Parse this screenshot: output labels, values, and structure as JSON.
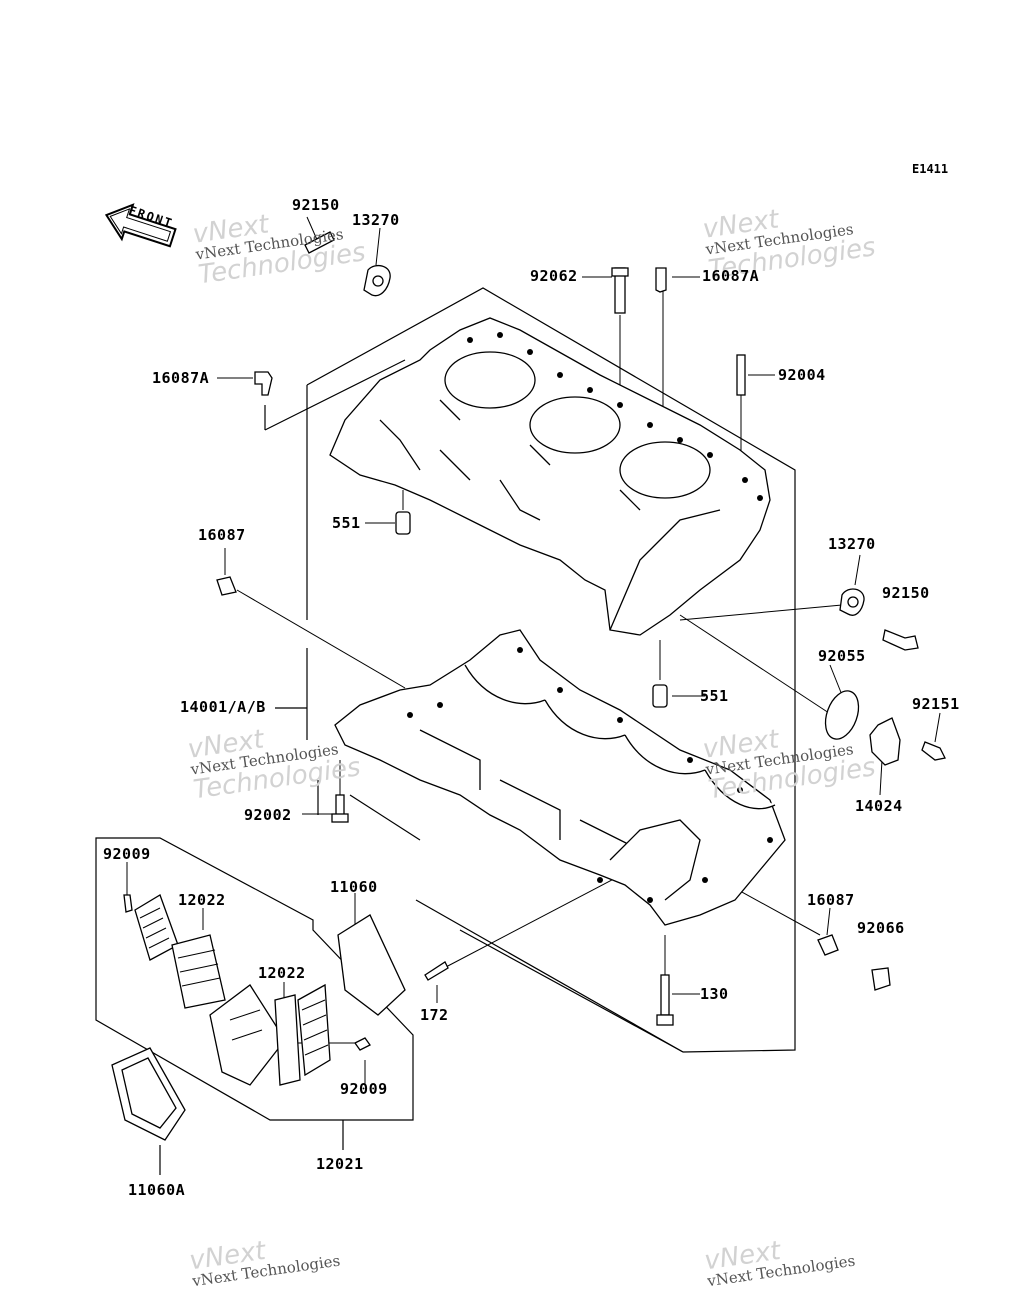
{
  "diagram_code": "E1411",
  "front_label": "FRONT",
  "watermark": {
    "line1": "vNext",
    "line2": "vNext Technologies",
    "line3": "Technologies"
  },
  "labels": {
    "l92150_top": "92150",
    "l13270_top": "13270",
    "l92062": "92062",
    "l16087A_top": "16087A",
    "l16087A_left": "16087A",
    "l92004": "92004",
    "l551_top": "551",
    "l16087_left": "16087",
    "l13270_right": "13270",
    "l92150_right": "92150",
    "l92055": "92055",
    "l551_bottom": "551",
    "l14001": "14001/A/B",
    "l92151": "92151",
    "l14024": "14024",
    "l92002": "92002",
    "l92009_top": "92009",
    "l12022_a": "12022",
    "l11060": "11060",
    "l16087_right": "16087",
    "l92066": "92066",
    "l12022_b": "12022",
    "l172": "172",
    "l130": "130",
    "l92009_bottom": "92009",
    "l12021": "12021",
    "l11060A": "11060A"
  }
}
